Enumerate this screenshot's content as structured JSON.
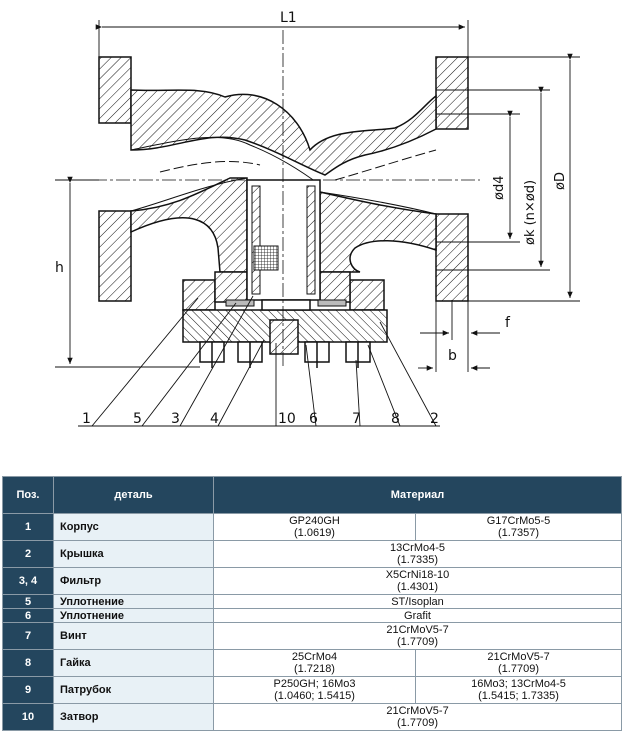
{
  "drawing": {
    "dim_labels": {
      "L1": "L1",
      "h": "h",
      "b": "b",
      "f": "f",
      "d4": "ød4",
      "k": "øk (n×ød)",
      "D": "øD"
    },
    "callouts": [
      "1",
      "5",
      "3",
      "4",
      "10",
      "6",
      "7",
      "8",
      "2"
    ]
  },
  "table": {
    "headers": {
      "pos": "Поз.",
      "part": "деталь",
      "material": "Материал"
    },
    "rows": [
      {
        "pos": "1",
        "part": "Корпус",
        "materials": [
          [
            "GP240GH",
            "(1.0619)"
          ],
          [
            "G17CrMo5-5",
            "(1.7357)"
          ]
        ]
      },
      {
        "pos": "2",
        "part": "Крышка",
        "materials": [
          [
            "13CrMo4-5",
            "(1.7335)"
          ]
        ]
      },
      {
        "pos": "3, 4",
        "part": "Фильтр",
        "materials": [
          [
            "X5CrNi18-10",
            "(1.4301)"
          ]
        ]
      },
      {
        "pos": "5",
        "part": "Уплотнение",
        "materials": [
          [
            "ST/Isoplan"
          ]
        ]
      },
      {
        "pos": "6",
        "part": "Уплотнение",
        "materials": [
          [
            "Grafit"
          ]
        ]
      },
      {
        "pos": "7",
        "part": "Винт",
        "materials": [
          [
            "21CrMoV5-7",
            "(1.7709)"
          ]
        ]
      },
      {
        "pos": "8",
        "part": "Гайка",
        "materials": [
          [
            "25CrMo4",
            "(1.7218)"
          ],
          [
            "21CrMoV5-7",
            "(1.7709)"
          ]
        ]
      },
      {
        "pos": "9",
        "part": "Патрубок",
        "materials": [
          [
            "P250GH; 16Mo3",
            "(1.0460; 1.5415)"
          ],
          [
            "16Mo3; 13CrMo4-5",
            "(1.5415; 1.7335)"
          ]
        ]
      },
      {
        "pos": "10",
        "part": "Затвор",
        "materials": [
          [
            "21CrMoV5-7",
            "(1.7709)"
          ]
        ]
      }
    ]
  }
}
